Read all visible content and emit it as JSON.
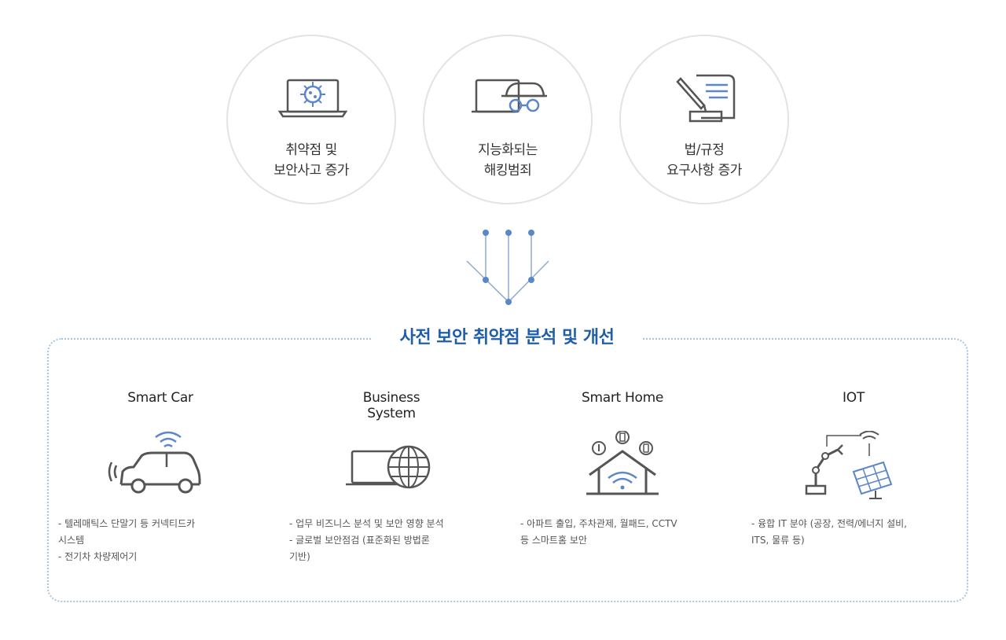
{
  "top_circles": [
    {
      "label": "취약점 및\n보안사고 증가",
      "icon": "laptop-virus-icon"
    },
    {
      "label": "지능화되는\n해킹범죄",
      "icon": "laptop-hacker-icon"
    },
    {
      "label": "법/규정\n요구사항 증가",
      "icon": "document-pen-icon"
    }
  ],
  "panel": {
    "title": "사전 보안 취약점 분석 및 개선",
    "columns": [
      {
        "name": "Smart Car",
        "icon": "car-wifi-icon",
        "bullets": [
          "- 텔레매틱스 단말기 등 커넥티드카\n시스템",
          "- 전기차 차량제어기"
        ]
      },
      {
        "name": "Business\nSystem",
        "icon": "laptop-globe-icon",
        "bullets": [
          "- 업무 비즈니스 분석 및 보안 영향 분석",
          "- 글로벌 보안점검 (표준화된 방법론\n기반)"
        ]
      },
      {
        "name": "Smart Home",
        "icon": "smart-home-icon",
        "bullets": [
          "- 아파트 출입, 주차관제, 월패드, CCTV\n등 스마트홈 보안"
        ]
      },
      {
        "name": "IOT",
        "icon": "iot-robot-solar-icon",
        "bullets": [
          "- 융합 IT 분야 (공장, 전력/에너지 설비,\nITS, 물류 등)"
        ]
      }
    ]
  },
  "colors": {
    "accent": "#1f5ea8",
    "connector": "#7a9fd4",
    "circle_border": "#e3e3e3",
    "panel_border": "#a9c4df"
  }
}
